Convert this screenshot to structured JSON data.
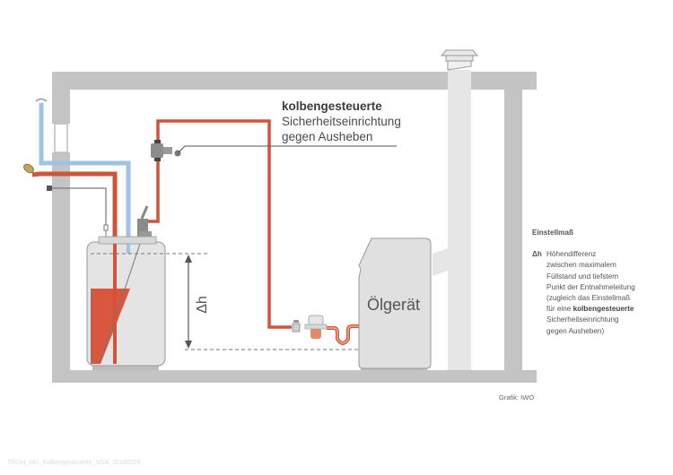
{
  "callout": {
    "line1": "kolbengesteuerte",
    "line2": "Sicherheitseinrichtung",
    "line3": "gegen Ausheben"
  },
  "diagram": {
    "appliance_label": "Ölgerät",
    "delta_h_label": "Δh",
    "colors": {
      "wall": "#c4c4c4",
      "oil_pipe": "#d0533e",
      "vent_pipe": "#9ec3e6",
      "oil_fill": "#d9573f",
      "tank": "#e4e4e4",
      "appliance": "#e0e0e0"
    }
  },
  "legend": {
    "title": "Einstellmaß",
    "symbol": "Δh",
    "lines": [
      "Höhendifferenz",
      "zwischen maximalem",
      "Füllstand und tiefstem",
      "Punkt der Entnahmeleitung",
      "(zugleich das Einstellmaß"
    ],
    "line6_prefix": "für eine ",
    "line6_bold": "kolbengesteuerte",
    "line7": "Sicherheitseinrichtung",
    "line8": "gegen Ausheben)"
  },
  "credit": "Grafik: IWO",
  "file_id": "TROel_091_Kolbengesteuerte_SGA_20180209"
}
